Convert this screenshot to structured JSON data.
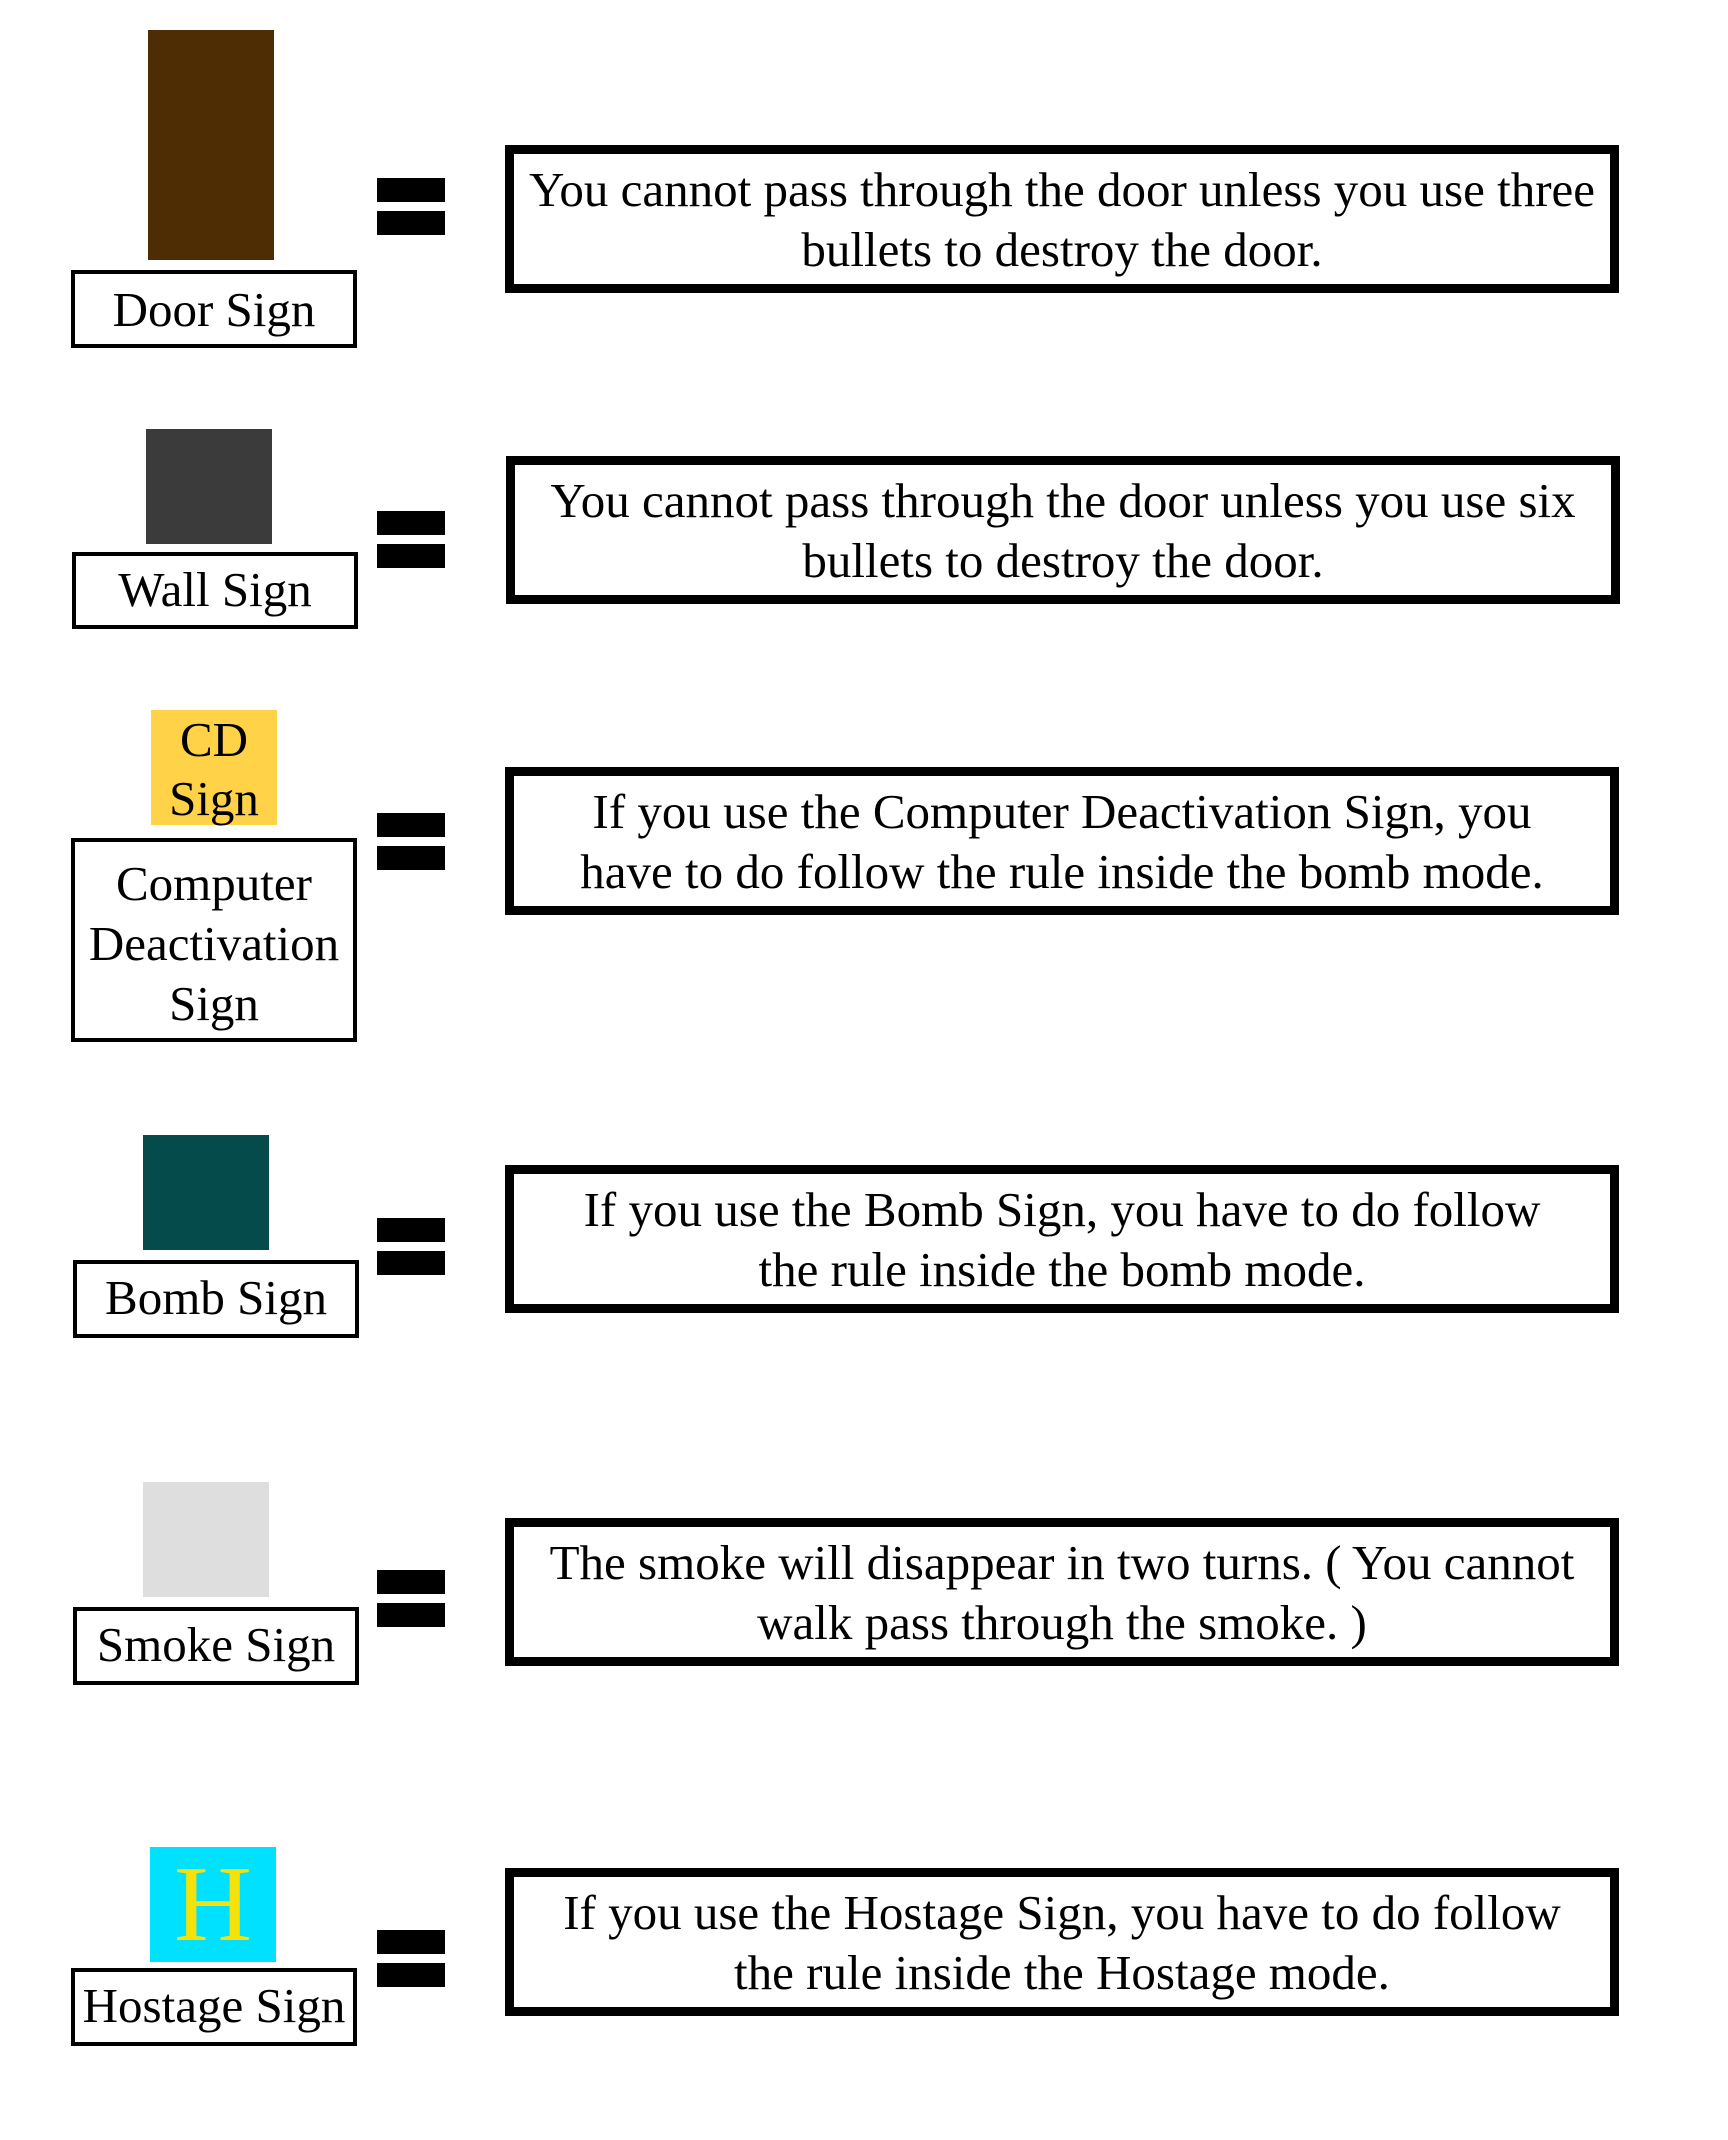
{
  "signs": [
    {
      "name": "door",
      "label_lines": [
        "Door Sign"
      ],
      "swatch_color": "#4e2d05",
      "swatch_text_lines": [],
      "rule_lines": [
        "You cannot pass through the door unless you use three",
        "bullets to destroy the door."
      ]
    },
    {
      "name": "wall",
      "label_lines": [
        "Wall Sign"
      ],
      "swatch_color": "#3b3b3b",
      "swatch_text_lines": [],
      "rule_lines": [
        "You cannot pass through the door unless you use six",
        "bullets to destroy the door."
      ]
    },
    {
      "name": "cd",
      "label_lines": [
        "Computer",
        "Deactivation",
        "Sign"
      ],
      "swatch_color": "#ffd248",
      "swatch_text_lines": [
        "CD",
        "Sign"
      ],
      "swatch_text_color": "#000000",
      "rule_lines": [
        "If you use the Computer Deactivation Sign, you",
        "have to do follow the rule inside the bomb mode."
      ]
    },
    {
      "name": "bomb",
      "label_lines": [
        "Bomb Sign"
      ],
      "swatch_color": "#064b4b",
      "swatch_text_lines": [],
      "rule_lines": [
        "If you use the Bomb Sign, you have to do follow",
        "the rule inside the bomb mode."
      ]
    },
    {
      "name": "smoke",
      "label_lines": [
        "Smoke Sign"
      ],
      "swatch_color": "#dedede",
      "swatch_text_lines": [],
      "rule_lines": [
        "The smoke will disappear in two turns. ( You cannot",
        "walk pass through the smoke. )"
      ]
    },
    {
      "name": "hostage",
      "label_lines": [
        "Hostage Sign"
      ],
      "swatch_color": "#00e0ff",
      "swatch_text_lines": [
        "H"
      ],
      "swatch_text_color": "#f5e20a",
      "rule_lines": [
        "If you use the Hostage Sign, you have to do follow",
        "the rule inside the Hostage mode."
      ]
    }
  ]
}
